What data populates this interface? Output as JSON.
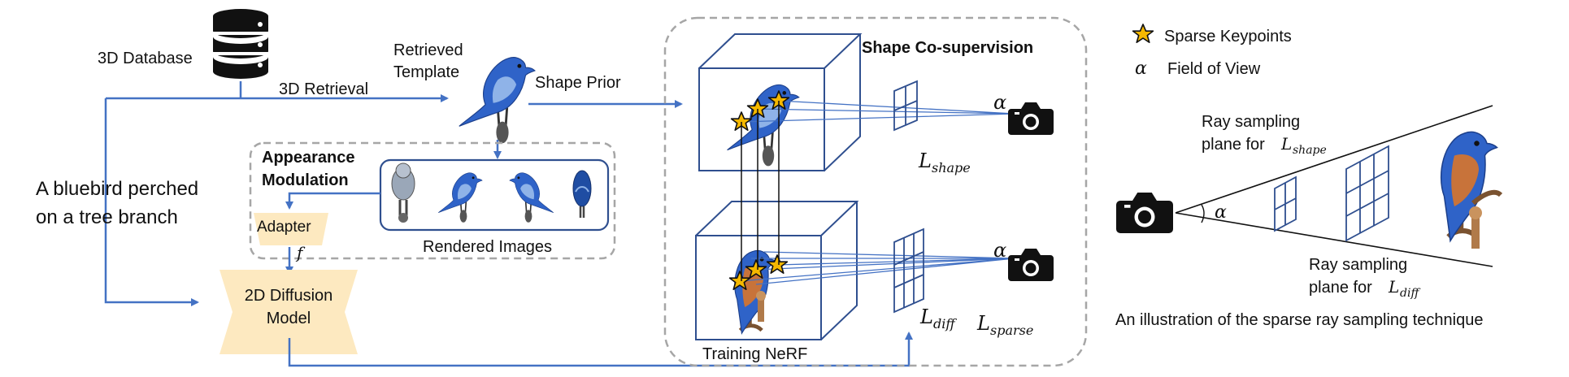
{
  "labels": {
    "database": "3D Database",
    "retrieval": "3D Retrieval",
    "retrieved_template_line1": "Retrieved",
    "retrieved_template_line2": "Template",
    "shape_prior": "Shape Prior",
    "prompt_line1": "A bluebird perched",
    "prompt_line2": "on a tree branch",
    "appearance_line1": "Appearance",
    "appearance_line2": "Modulation",
    "adapter": "Adapter",
    "f_symbol": "f",
    "rendered_images": "Rendered Images",
    "diffusion_line1": "2D Diffusion",
    "diffusion_line2": "Model",
    "shape_cosupervision": "Shape Co-supervision",
    "training_nerf": "Training NeRF",
    "alpha": "α",
    "l_shape_main": "L",
    "l_shape_sub": "shape",
    "l_diff_main": "L",
    "l_diff_sub": "diff",
    "l_sparse_main": "L",
    "l_sparse_sub": "sparse"
  },
  "legend": {
    "keypoints": "Sparse Keypoints",
    "fov_symbol": "α",
    "fov": "Field of View"
  },
  "illustration": {
    "alpha": "α",
    "shape_plane_line1": "Ray sampling",
    "shape_plane_line2_prefix": "plane for ",
    "shape_plane_L": "L",
    "shape_plane_sub": "shape",
    "diff_plane_line1": "Ray sampling",
    "diff_plane_line2_prefix": "plane for ",
    "diff_plane_L": "L",
    "diff_plane_sub": "diff",
    "caption": "An illustration of the sparse ray sampling technique"
  },
  "colors": {
    "accent_blue": "#4472c4",
    "star_fill": "#f5b800",
    "block_fill": "#fde9c0",
    "dash_gray": "#a6a6a6",
    "bird_blue": "#2f63c8",
    "bird_orange": "#c8733a"
  }
}
